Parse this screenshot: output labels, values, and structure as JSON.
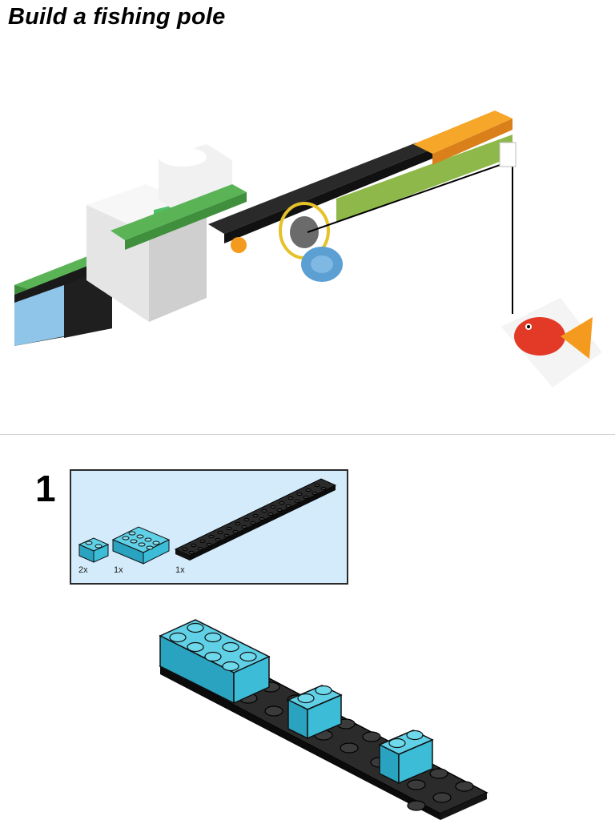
{
  "page": {
    "title": "Build a fishing pole"
  },
  "step": {
    "number": "1",
    "parts": [
      {
        "name": "cyan-brick-1x2",
        "quantity": "2x",
        "color": "#3dbcd8"
      },
      {
        "name": "cyan-brick-2x4",
        "quantity": "1x",
        "color": "#3dbcd8"
      },
      {
        "name": "black-plate-2x16",
        "quantity": "1x",
        "color": "#151515"
      }
    ]
  },
  "colors": {
    "lego_green": "#4ea84a",
    "lego_black": "#1b1b1b",
    "lego_orange": "#f49b1f",
    "lego_lime": "#8fb84a",
    "lego_white": "#f1f1f1",
    "lego_cyan": "#3dbcd8",
    "lego_blue": "#5b9fd3",
    "fish_red": "#e23a26",
    "parts_bg": "#d3ebfa"
  }
}
